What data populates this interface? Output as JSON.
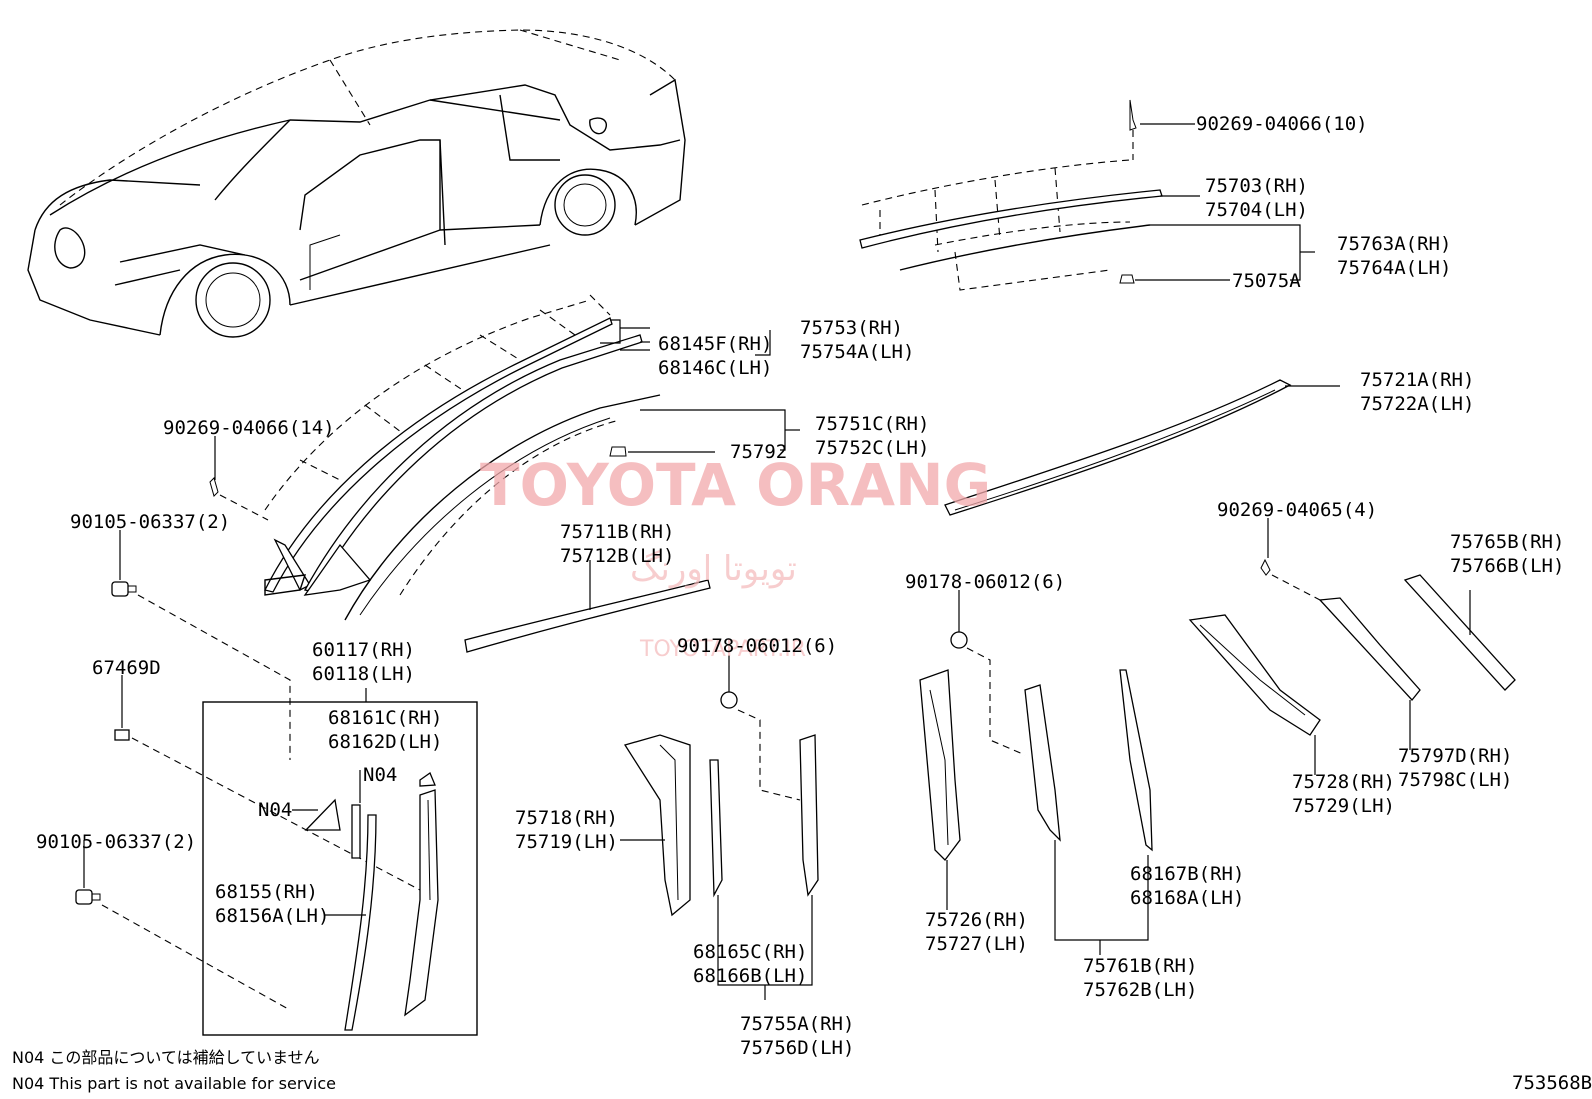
{
  "watermark": {
    "title": "TOYOTA ORANG",
    "persian": "تویوتا اورنگ",
    "site": "TOYOTAPART.IR"
  },
  "labels": {
    "l_90269_04066_10": "90269-04066(10)",
    "l_75703": "75703(RH)",
    "l_75704": "75704(LH)",
    "l_75763a": "75763A(RH)",
    "l_75764a": "75764A(LH)",
    "l_75075a": "75075A",
    "l_75753": "75753(RH)",
    "l_75754a": "75754A(LH)",
    "l_68145f": "68145F(RH)",
    "l_68146c": "68146C(LH)",
    "l_75721a": "75721A(RH)",
    "l_75722a": "75722A(LH)",
    "l_90269_04066_14": "90269-04066(14)",
    "l_75751c": "75751C(RH)",
    "l_75752c": "75752C(LH)",
    "l_75792": "75792",
    "l_90105_a": "90105-06337(2)",
    "l_90269_04065": "90269-04065(4)",
    "l_75711b": "75711B(RH)",
    "l_75712b": "75712B(LH)",
    "l_75765b": "75765B(RH)",
    "l_75766b": "75766B(LH)",
    "l_90178_a": "90178-06012(6)",
    "l_90178_b": "90178-06012(6)",
    "l_60117": "60117(RH)",
    "l_60118": "60118(LH)",
    "l_67469d": "67469D",
    "l_68161c": "68161C(RH)",
    "l_68162d": "68162D(LH)",
    "l_n04_a": "N04",
    "l_n04_b": "N04",
    "l_75797d": "75797D(RH)",
    "l_75798c": "75798C(LH)",
    "l_75728": "75728(RH)",
    "l_75729": "75729(LH)",
    "l_75718": "75718(RH)",
    "l_75719": "75719(LH)",
    "l_90105_b": "90105-06337(2)",
    "l_68167b": "68167B(RH)",
    "l_68168a": "68168A(LH)",
    "l_68155": "68155(RH)",
    "l_68156a": "68156A(LH)",
    "l_75726": "75726(RH)",
    "l_75727": "75727(LH)",
    "l_68165c": "68165C(RH)",
    "l_68166b": "68166B(LH)",
    "l_75761b": "75761B(RH)",
    "l_75762b": "75762B(LH)",
    "l_75755a": "75755A(RH)",
    "l_75756d": "75756D(LH)"
  },
  "notes": {
    "jp": "N04 この部品については補給していません",
    "en": "N04 This part is not available for service"
  },
  "diagram_id": "753568B"
}
